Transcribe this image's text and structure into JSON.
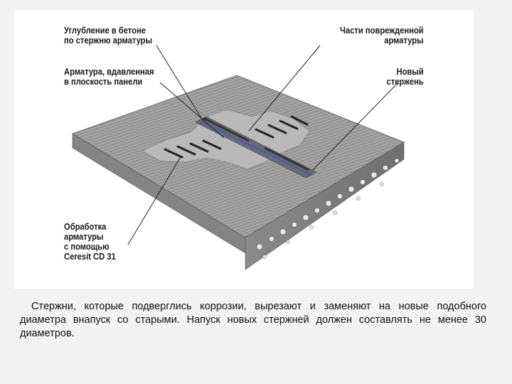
{
  "labels": {
    "recess": "Углубление в бетоне\nпо стержню арматуры",
    "damaged": "Части поврежденной\nарматуры",
    "pressed": "Арматура, вдавленная\nв плоскость панели",
    "new_rod": "Новый\nстержень",
    "treatment": "Обработка\nарматуры\nс помощью\nCeresit CD 31"
  },
  "caption": "Стержни, которые подверглись коррозии, вырезают и заменяют на новые подобного диаметра внапуск со старыми. Напуск новых стержней должен составлять не менее 30 диаметров.",
  "colors": {
    "slide_bg": "#f3f3f3",
    "concrete_top": "#9a9a9a",
    "concrete_front": "#7d7d7d",
    "concrete_side": "#8a8a8a",
    "new_rod": "#3b5fbf"
  }
}
